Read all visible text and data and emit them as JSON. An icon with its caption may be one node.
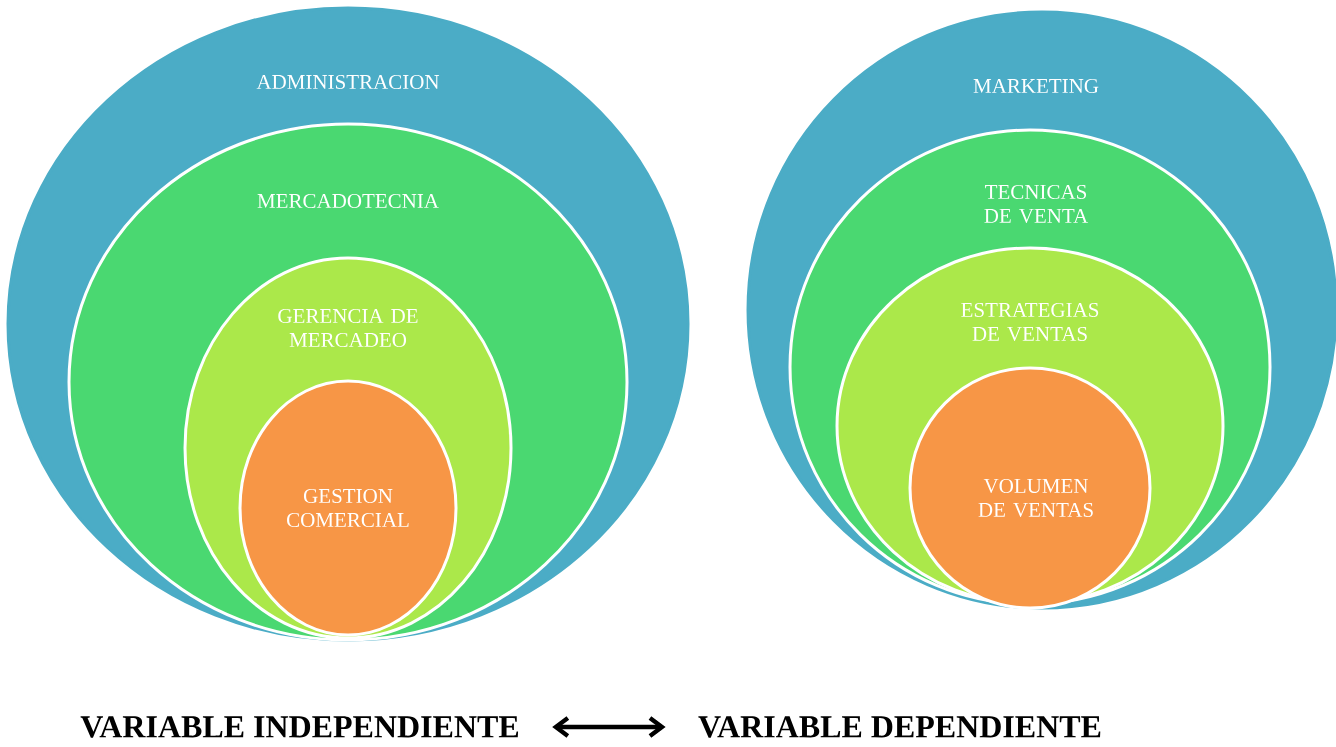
{
  "diagram": {
    "nodes": [
      {
        "text": [
          "ADMINISTRACION"
        ]
      },
      {
        "text": [
          "MERCADOTECNIA"
        ],
        "in": 0
      },
      {
        "text": [
          "GERENCIA DE MERCADEO"
        ],
        "in": 1
      },
      {
        "text": [
          "GESTION COMERCIAL"
        ],
        "in": 2
      },
      {
        "text": [
          "MARKETING"
        ]
      },
      {
        "text": [
          "TECNICAS DE VENTA"
        ],
        "in": 4
      },
      {
        "text": [
          "ESTRATEGIAS DE VENTAS"
        ],
        "in": 5
      },
      {
        "text": [
          "VOLUMEN DE VENTAS"
        ],
        "in": 6
      },
      {
        "text": [
          "VARIABLE INDEPENDIENTE"
        ]
      },
      {
        "text": [
          "VARIABLE DEPENDIENTE"
        ]
      }
    ],
    "edges": [
      {
        "from": 8,
        "to": 9,
        "arrow": "both"
      }
    ]
  }
}
